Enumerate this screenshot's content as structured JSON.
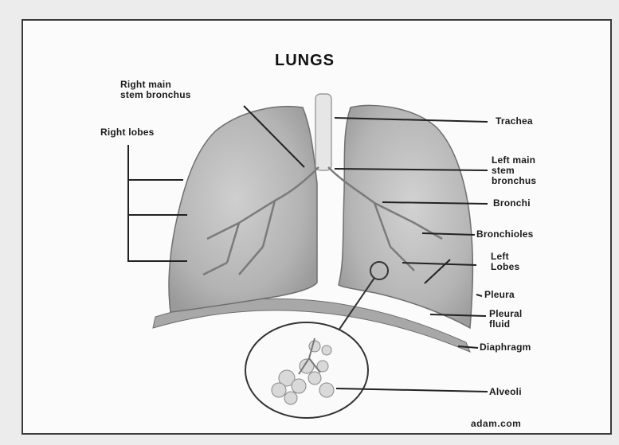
{
  "diagram": {
    "title": "LUNGS",
    "credit": "adam.com",
    "labels": {
      "right_main_stem_bronchus": "Right main\nstem bronchus",
      "right_lobes": "Right lobes",
      "trachea": "Trachea",
      "left_main_stem_bronchus": "Left main\nstem\nbronchus",
      "bronchi": "Bronchi",
      "bronchioles": "Bronchioles",
      "left_lobes": "Left\nLobes",
      "pleura": "Pleura",
      "pleural_fluid": "Pleural\nfluid",
      "diaphragm": "Diaphragm",
      "alveoli": "Alveoli"
    }
  }
}
